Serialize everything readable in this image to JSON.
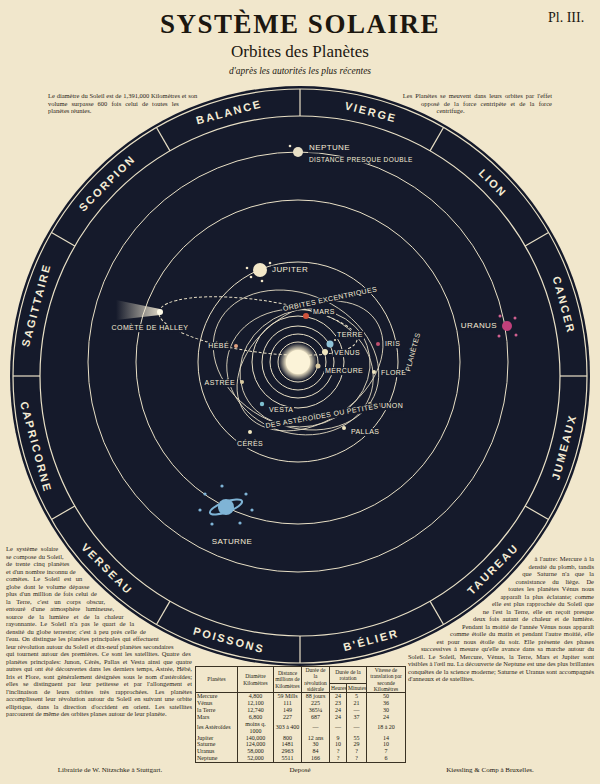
{
  "diagram": {
    "title": "SYSTÈME SOLAIRE",
    "labels": [
      "Pl. III.",
      "Orbites des Planètes",
      "d'après les autorités les plus récentes",
      "VIERGE",
      "LION",
      "CANCER",
      "JUMEAUX",
      "TAUREAU",
      "B'ÉLIER",
      "POISSONS",
      "VERSEAU",
      "CAPRICORNE",
      "SAGITTAIRE",
      "SCORPION",
      "BALANCE",
      "NEPTUNE",
      "DISTANCE PRESQUE DOUBLE",
      "JUPITER",
      "COMÈTE DE HALLEY",
      "ORBITES EXCENTRIQUES",
      "MARS",
      "TERRE",
      "IRIS",
      "VENUS",
      "MERCURE",
      "FLORE",
      "PLANÈTES",
      "HÉBÉ",
      "ASTRÉE",
      "VESTA",
      "JUNON",
      "DES ASTÉROÏDES OU PETITES",
      "CÉRÈS",
      "PALLAS",
      "URANUS",
      "SATURNE",
      "Le diamètre du Soleil est de 1,391,000 Kilomètres et son volume surpasse 600 fois celui de toutes les planètes réunies.",
      "Les Planètes se meuvent dans leurs orbites par l'effet opposé de la force centripète et de la force centrifuge.",
      "Le système solaire se compose du Soleil, de trente cinq planètes et d'un nombre inconnu de comètes. Le Soleil est un globe dont le volume dépasse plus d'un million de fois celui de la Terre, c'est un corps obscur, entouré d'une atmosphère lumineuse, source de la lumière et de la chaleur rayonnante. Le Soleil n'a pas le quart de la densité du globe terrestre; c'est à peu près celle de l'eau. On distingue les planètes principales qui effectuent leur révolution autour du Soleil et dix-neuf planètes secondaires qui tournent autour des premières. Ce sont les satellites. Quatre des planètes principales: Junon, Cérès, Pallas et Vesta ainsi que quatre autres qui ont été découvertes dans les derniers temps, Astrée, Hébé, Iris et Flore, sont généralement désignées sous le nom d'astéroïdes; elles se distinguent par leur petitesse et par l'allongement et l'inclinaison de leurs orbites très rapprochées. Les planètes accomplissent leur révolution autour du Soleil en suivant une orbite elliptique, dans la direction d'occident en orient. Les satellites parcourent de même des orbites planes autour de leur planète.",
      "à l'autre: Mercure à la densité du plomb, tandis que Saturne n'a que la consistance du liège. De toutes les planètes Vénus nous apparaît la plus éclatante; comme elle est plus rapprochée du Soleil que ne l'est la Terre, elle en reçoit presque deux fois autant de chaleur et de lumière. Pendant la moitié de l'année Vénus nous apparaît comme étoile du matin et pendant l'autre moitié, elle est pour nous étoile du soir. Elle présente des phases successives à mesure qu'elle avance dans sa marche autour du Soleil. Le Soleil, Mercure, Vénus, la Terre, Mars et Jupiter sont visibles à l'œil nu. La découverte de Neptune est une des plus brillantes conquêtes de la science moderne; Saturne et Uranus sont accompagnés d'anneaux et de satellites.",
      "Planètes",
      "Diamètre Kilomètres",
      "Distance millions de Kilomètres",
      "Durée de la révolution sidérale",
      "Durée de la rotation",
      "Heures",
      "Minutes",
      "Vitesse de translation par seconde Kilomètres",
      "Mercure",
      "4,800",
      "59 Mills",
      "88 jours",
      "24",
      "5",
      "50",
      "Vénus",
      "12,100",
      "111",
      "225",
      "23",
      "21",
      "36",
      "la Terre",
      "12,740",
      "149",
      "365¼",
      "24",
      "—",
      "30",
      "Mars",
      "6,800",
      "227",
      "687",
      "24",
      "37",
      "24",
      "les Astéroïdes",
      "moins q. 1000",
      "303 à 400",
      "—",
      "—",
      "—",
      "18 à 20",
      "Jupiter",
      "140,000",
      "800",
      "12 ans",
      "9",
      "55",
      "14",
      "Saturne",
      "124,000",
      "1481",
      "30",
      "10",
      "29",
      "10",
      "Uranus",
      "58,000",
      "2963",
      "84",
      "?",
      "?",
      "7",
      "Neptune",
      "52,000",
      "5511",
      "166",
      "?",
      "?",
      "6",
      "Librairie de W. Nitzschke à Stuttgart.",
      "Deposé",
      "Kiessling & Comp à Bruxelles."
    ]
  }
}
